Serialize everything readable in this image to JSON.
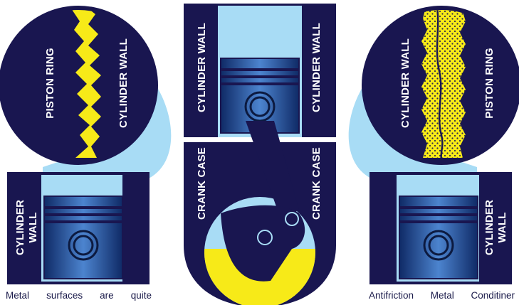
{
  "colors": {
    "navy": "#191650",
    "sky": "#a8dcf5",
    "yellow": "#f7ea18",
    "piston_blue": "#2e62b0",
    "white": "#ffffff"
  },
  "left_panel": {
    "zoom_labels": {
      "piston_ring": "PISTON RING",
      "cylinder_wall": "CYLINDER WALL"
    },
    "block_label_line1": "CYLINDER",
    "block_label_line2": "WALL",
    "caption_words": [
      "Metal",
      "surfaces",
      "are",
      "quite"
    ]
  },
  "center_panel": {
    "cylinder_wall_left": "CYLINDER WALL",
    "cylinder_wall_right": "CYLINDER WALL",
    "crank_case_left": "CRANK CASE",
    "crank_case_right": "CRANK CASE"
  },
  "right_panel": {
    "zoom_labels": {
      "cylinder_wall": "CYLINDER WALL",
      "piston_ring": "PISTON RING"
    },
    "block_label_line1": "CYLINDER",
    "block_label_line2": "WALL",
    "caption_words": [
      "Antifriction",
      "Metal",
      "Conditiner"
    ]
  }
}
